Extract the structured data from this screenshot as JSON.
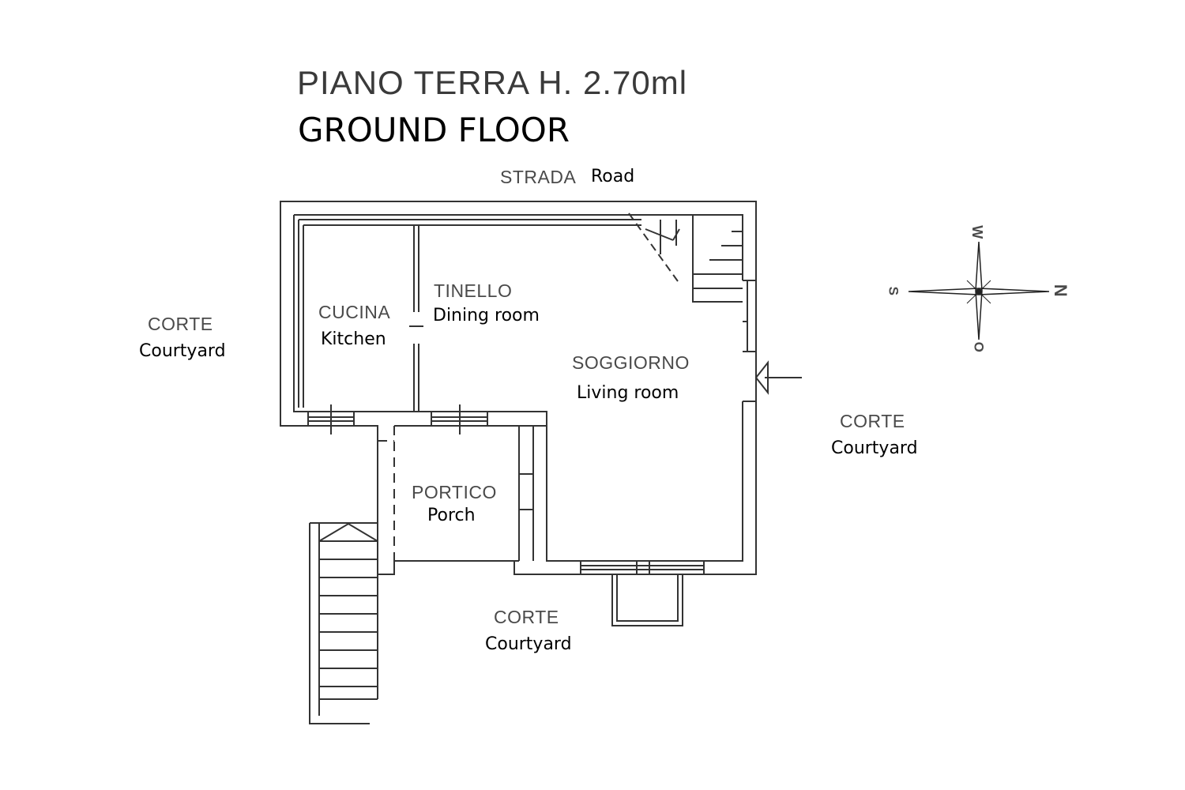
{
  "title": {
    "italian": "PIANO TERRA H. 2.70ml",
    "english": "GROUND FLOOR"
  },
  "labels": {
    "road_it": "STRADA",
    "road_en": "Road",
    "courtyard_west_it": "CORTE",
    "courtyard_west_en": "Courtyard",
    "courtyard_east_it": "CORTE",
    "courtyard_east_en": "Courtyard",
    "courtyard_south_it": "CORTE",
    "courtyard_south_en": "Courtyard",
    "kitchen_it": "CUCINA",
    "kitchen_en": "Kitchen",
    "dining_it": "TINELLO",
    "dining_en": "Dining room",
    "living_it": "SOGGIORNO",
    "living_en": "Living room",
    "porch_it": "PORTICO",
    "porch_en": "Porch"
  },
  "compass": {
    "top": "W",
    "right": "N",
    "bottom": "O",
    "left": "S"
  },
  "colors": {
    "line": "#333333",
    "italian_text": "#4a4a4a",
    "english_text": "#000000"
  }
}
